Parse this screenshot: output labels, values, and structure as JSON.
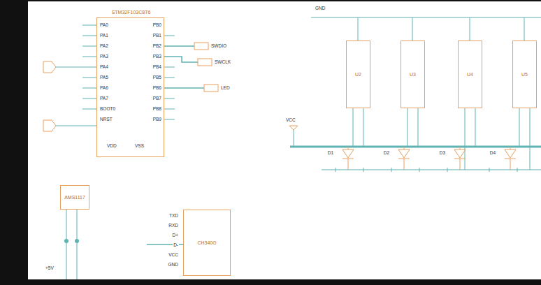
{
  "diagram": {
    "nodes": [
      {
        "text": [
          "STM32F103C8T6"
        ]
      },
      {
        "text": [
          "U2"
        ]
      },
      {
        "text": [
          "U3"
        ]
      },
      {
        "text": [
          "U4"
        ]
      },
      {
        "text": [
          "U5"
        ]
      },
      {
        "text": [
          "AMS1117"
        ]
      },
      {
        "text": [
          "CH340G"
        ]
      }
    ],
    "labels": [
      "PA0",
      "PA1",
      "PA2",
      "PA3",
      "PA4",
      "PA5",
      "PA6",
      "PA7",
      "BOOT0",
      "NRST",
      "PB0",
      "PB1",
      "PB2",
      "PB3",
      "PB4",
      "PB5",
      "PB6",
      "PB7",
      "PB8",
      "PB9",
      "VDD",
      "VSS",
      "SWDIO",
      "SWCLK",
      "LED",
      "VCC",
      "GND",
      "D1",
      "D2",
      "D3",
      "D4",
      "TXD",
      "RXD",
      "D+",
      "D-",
      "VCC",
      "GND",
      "+5V"
    ]
  }
}
